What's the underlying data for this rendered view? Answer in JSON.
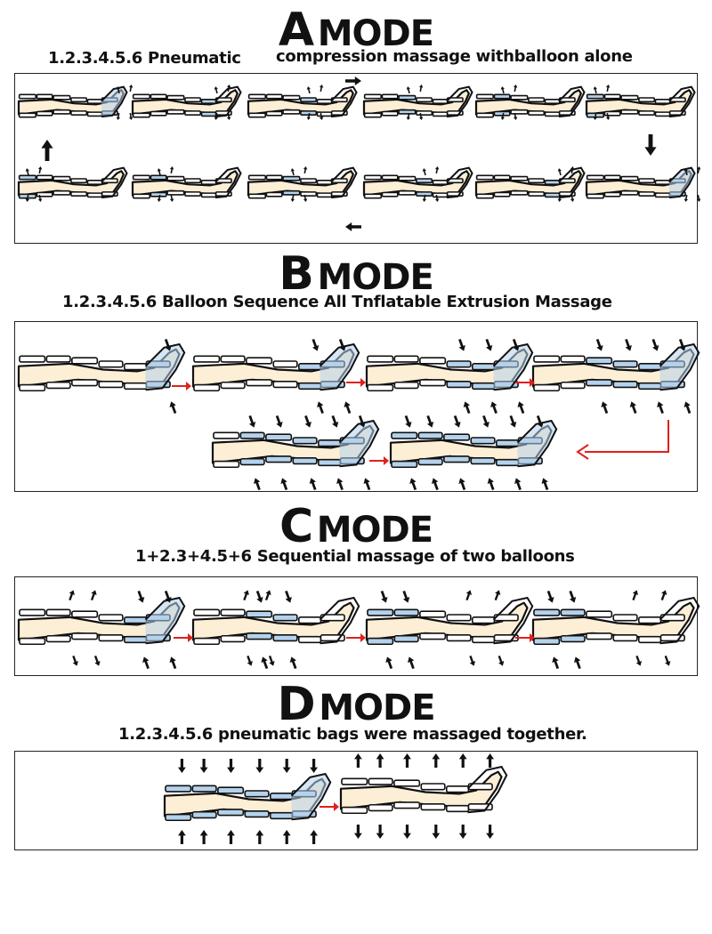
{
  "modes": [
    {
      "letter": "A",
      "word": "MODE",
      "subtitle_left": "1.2.3.4.5.6 Pneumatic",
      "subtitle_right": "compression massage withballoon alone",
      "sequence": [
        [
          6
        ],
        [
          5
        ],
        [
          4
        ],
        [
          3
        ],
        [
          2
        ],
        [
          1
        ],
        [
          1
        ],
        [
          2
        ],
        [
          3
        ],
        [
          4
        ],
        [
          5
        ],
        [
          6
        ]
      ]
    },
    {
      "letter": "B",
      "word": "MODE",
      "subtitle": "1.2.3.4.5.6 Balloon Sequence All Tnflatable Extrusion Massage",
      "sequence": [
        [
          6
        ],
        [
          5,
          6
        ],
        [
          4,
          5,
          6
        ],
        [
          3,
          4,
          5,
          6
        ],
        [
          2,
          3,
          4,
          5,
          6
        ],
        [
          1,
          2,
          3,
          4,
          5,
          6
        ]
      ]
    },
    {
      "letter": "C",
      "word": "MODE",
      "subtitle": "1+2.3+4.5+6 Sequential massage of two balloons",
      "sequence": [
        [
          5,
          6
        ],
        [
          3,
          4
        ],
        [
          1,
          2
        ],
        [
          1,
          2
        ]
      ]
    },
    {
      "letter": "D",
      "word": "MODE",
      "subtitle": "1.2.3.4.5.6 pneumatic bags were massaged together.",
      "sequence": [
        [
          1,
          2,
          3,
          4,
          5,
          6
        ],
        []
      ]
    }
  ],
  "colors": {
    "skin": "#fcefd6",
    "balloon": "#b4d2ec",
    "outline": "#111111",
    "flow_arrow": "#e0201c",
    "motion_arrow": "#111111"
  }
}
